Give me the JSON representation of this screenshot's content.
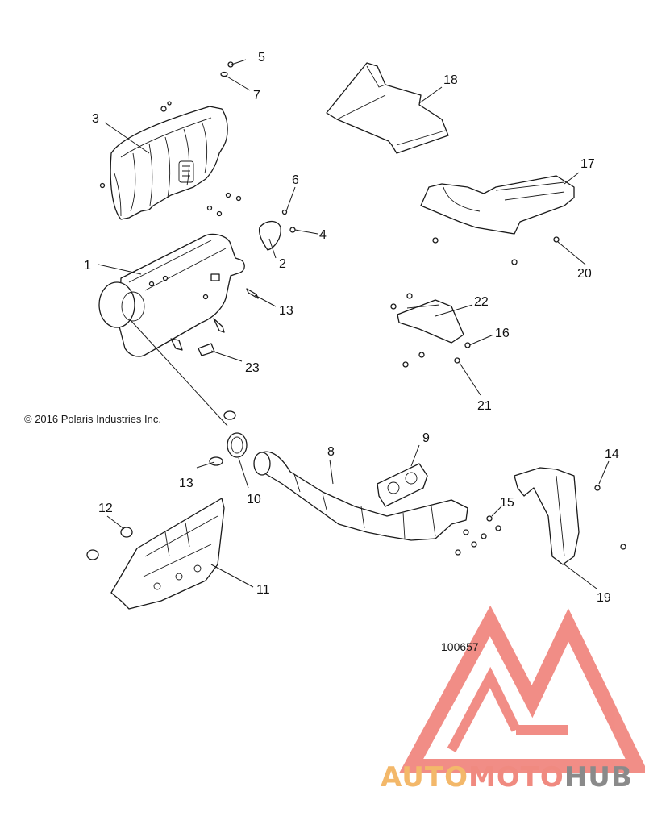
{
  "copyright": "© 2016 Polaris Industries Inc.",
  "diagram_number": "100657",
  "watermark": {
    "part1": "AUTO",
    "part2": "MOTO",
    "part3": "HUB",
    "color_primary": "#f3b86a",
    "color_secondary": "#f08a80",
    "color_dark": "#8a8a8a",
    "logo_color": "#ef7a72"
  },
  "callouts": [
    {
      "id": "c1",
      "label": "1"
    },
    {
      "id": "c2",
      "label": "2"
    },
    {
      "id": "c3",
      "label": "3"
    },
    {
      "id": "c4",
      "label": "4"
    },
    {
      "id": "c5",
      "label": "5"
    },
    {
      "id": "c6",
      "label": "6"
    },
    {
      "id": "c7",
      "label": "7"
    },
    {
      "id": "c8",
      "label": "8"
    },
    {
      "id": "c9",
      "label": "9"
    },
    {
      "id": "c10",
      "label": "10"
    },
    {
      "id": "c11",
      "label": "11"
    },
    {
      "id": "c12",
      "label": "12"
    },
    {
      "id": "c13a",
      "label": "13"
    },
    {
      "id": "c13b",
      "label": "13"
    },
    {
      "id": "c14",
      "label": "14"
    },
    {
      "id": "c15",
      "label": "15"
    },
    {
      "id": "c16",
      "label": "16"
    },
    {
      "id": "c17",
      "label": "17"
    },
    {
      "id": "c18",
      "label": "18"
    },
    {
      "id": "c19",
      "label": "19"
    },
    {
      "id": "c20",
      "label": "20"
    },
    {
      "id": "c21",
      "label": "21"
    },
    {
      "id": "c22",
      "label": "22"
    },
    {
      "id": "c23",
      "label": "23"
    }
  ]
}
